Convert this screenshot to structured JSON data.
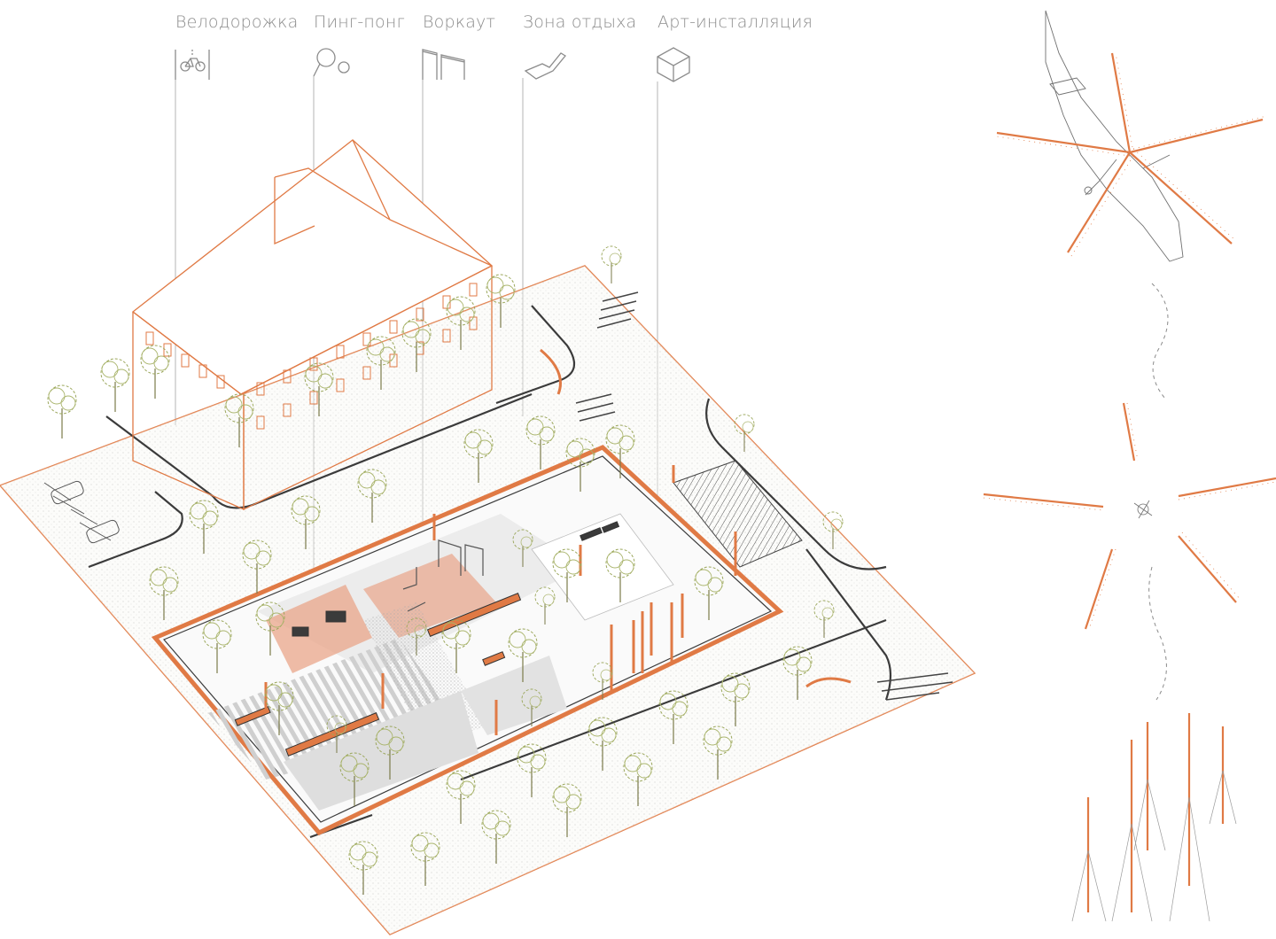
{
  "legend": {
    "items": [
      {
        "label": "Велодорожка",
        "icon": "bicycle-lane-icon"
      },
      {
        "label": "Пинг-понг",
        "icon": "ping-pong-icon"
      },
      {
        "label": "Воркаут",
        "icon": "workout-bars-icon"
      },
      {
        "label": "Зона отдыха",
        "icon": "lounger-icon"
      },
      {
        "label": "Арт-инсталляция",
        "icon": "cube-icon"
      }
    ]
  },
  "colors": {
    "accent": "#e07a45",
    "line": "#9a9a9a",
    "dark": "#3b3b3b",
    "tree": "#8d9a4a",
    "plaza": "#eaa58a",
    "paving": "#d8d8d8",
    "water": "#a9c7d8"
  }
}
